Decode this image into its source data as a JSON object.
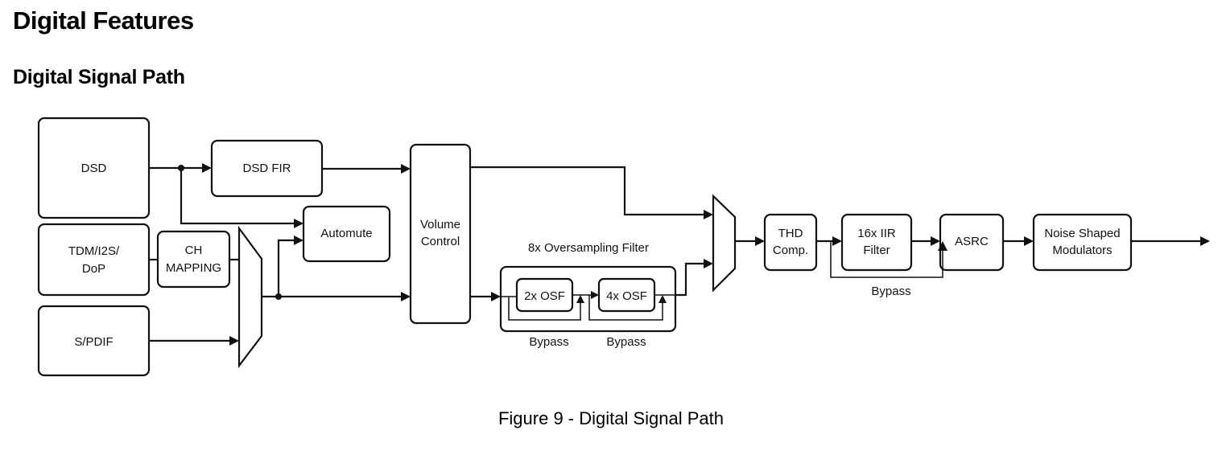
{
  "headings": {
    "section": "Digital Features",
    "subsection": "Digital Signal Path"
  },
  "caption": "Figure 9 - Digital Signal Path",
  "diagram": {
    "blocks": {
      "dsd": [
        "DSD"
      ],
      "tdm": [
        "TDM/I2S/",
        "DoP"
      ],
      "spdif": [
        "S/PDIF"
      ],
      "ch_mapping": [
        "CH",
        "MAPPING"
      ],
      "dsd_fir": [
        "DSD FIR"
      ],
      "automute": [
        "Automute"
      ],
      "volume": [
        "Volume",
        "Control"
      ],
      "osf_group_label": "8x Oversampling Filter",
      "osf2": [
        "2x OSF"
      ],
      "osf4": [
        "4x OSF"
      ],
      "thd": [
        "THD",
        "Comp."
      ],
      "iir": [
        "16x IIR",
        "Filter"
      ],
      "asrc": [
        "ASRC"
      ],
      "nsm": [
        "Noise Shaped",
        "Modulators"
      ]
    },
    "bypass_labels": [
      "Bypass",
      "Bypass",
      "Bypass"
    ]
  }
}
